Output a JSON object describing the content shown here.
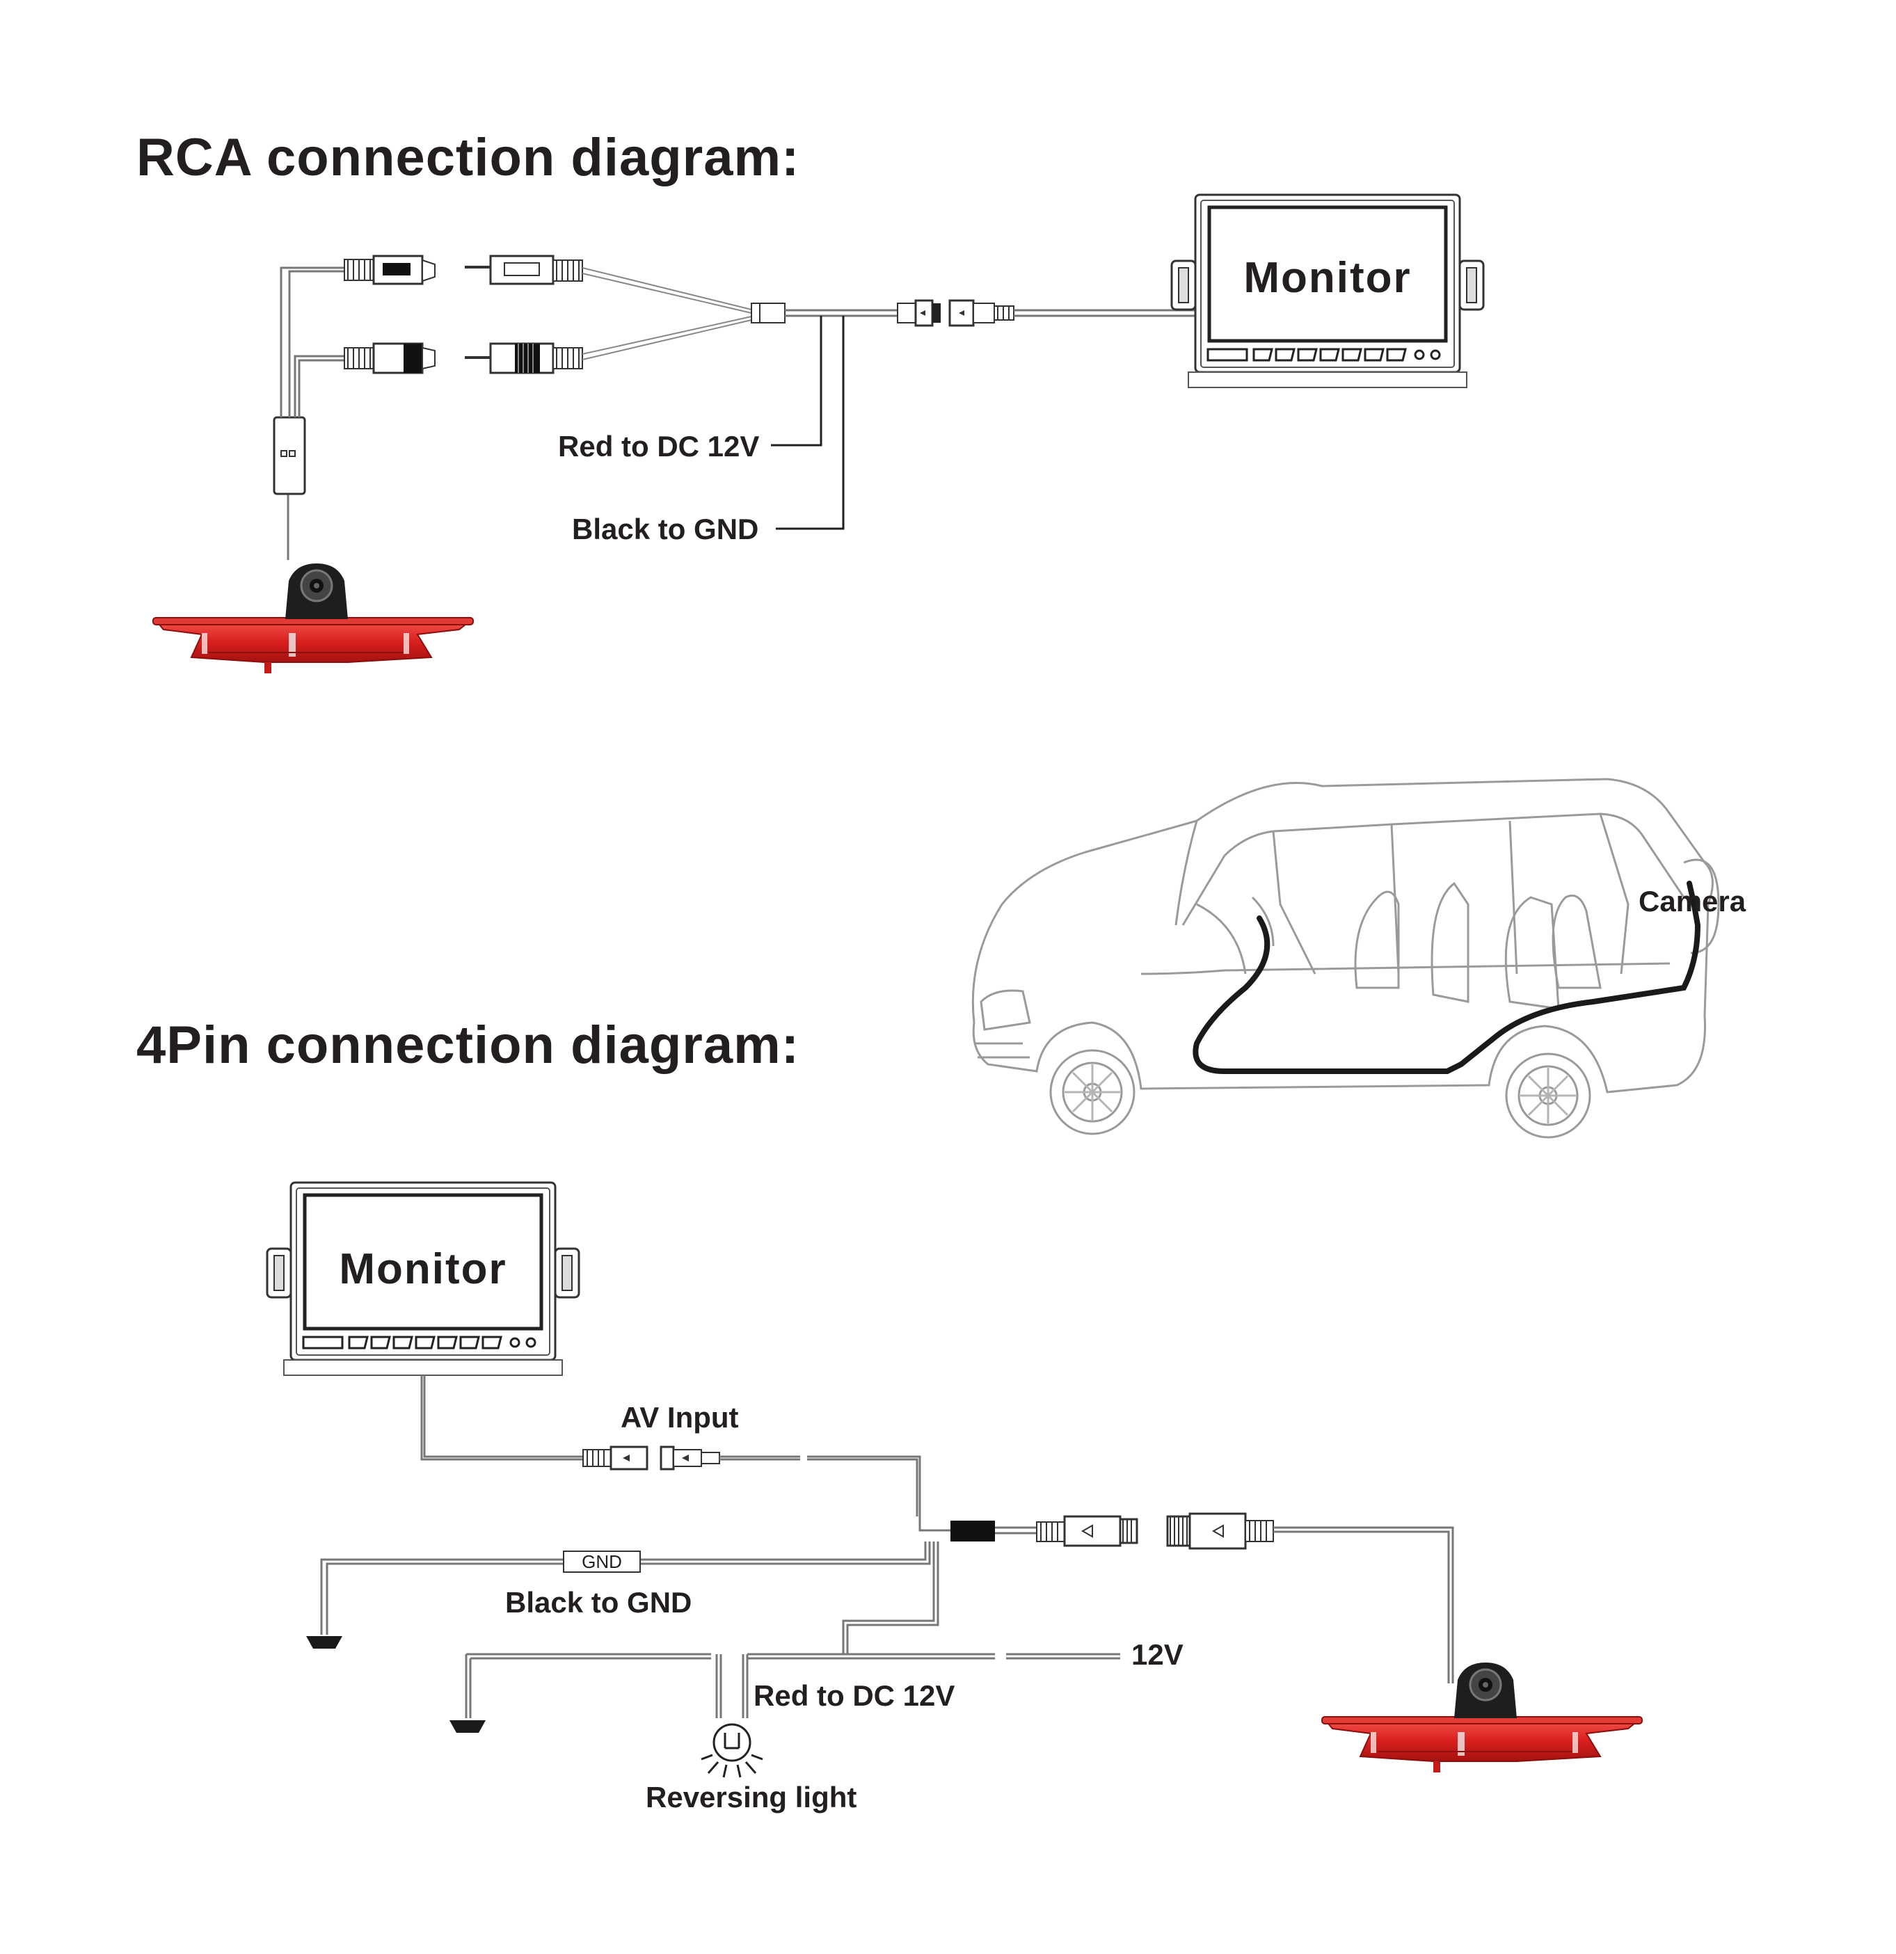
{
  "rca": {
    "title": "RCA connection diagram:",
    "monitor_label": "Monitor",
    "red_label": "Red to DC 12V",
    "black_label": "Black to GND"
  },
  "car": {
    "camera_label": "Camera"
  },
  "pin4": {
    "title": "4Pin connection diagram:",
    "monitor_label": "Monitor",
    "av_input_label": "AV Input",
    "gnd_tag": "GND",
    "black_label": "Black to GND",
    "v12_label": "12V",
    "red_label": "Red to DC 12V",
    "reversing_label": "Reversing light"
  },
  "colors": {
    "light_red": "#d8201e",
    "camera_dark": "#1e1e1e",
    "text": "#231f20"
  },
  "icons": [
    "ground-icon",
    "bulb-icon",
    "camera-icon",
    "monitor-icon",
    "car-icon"
  ]
}
